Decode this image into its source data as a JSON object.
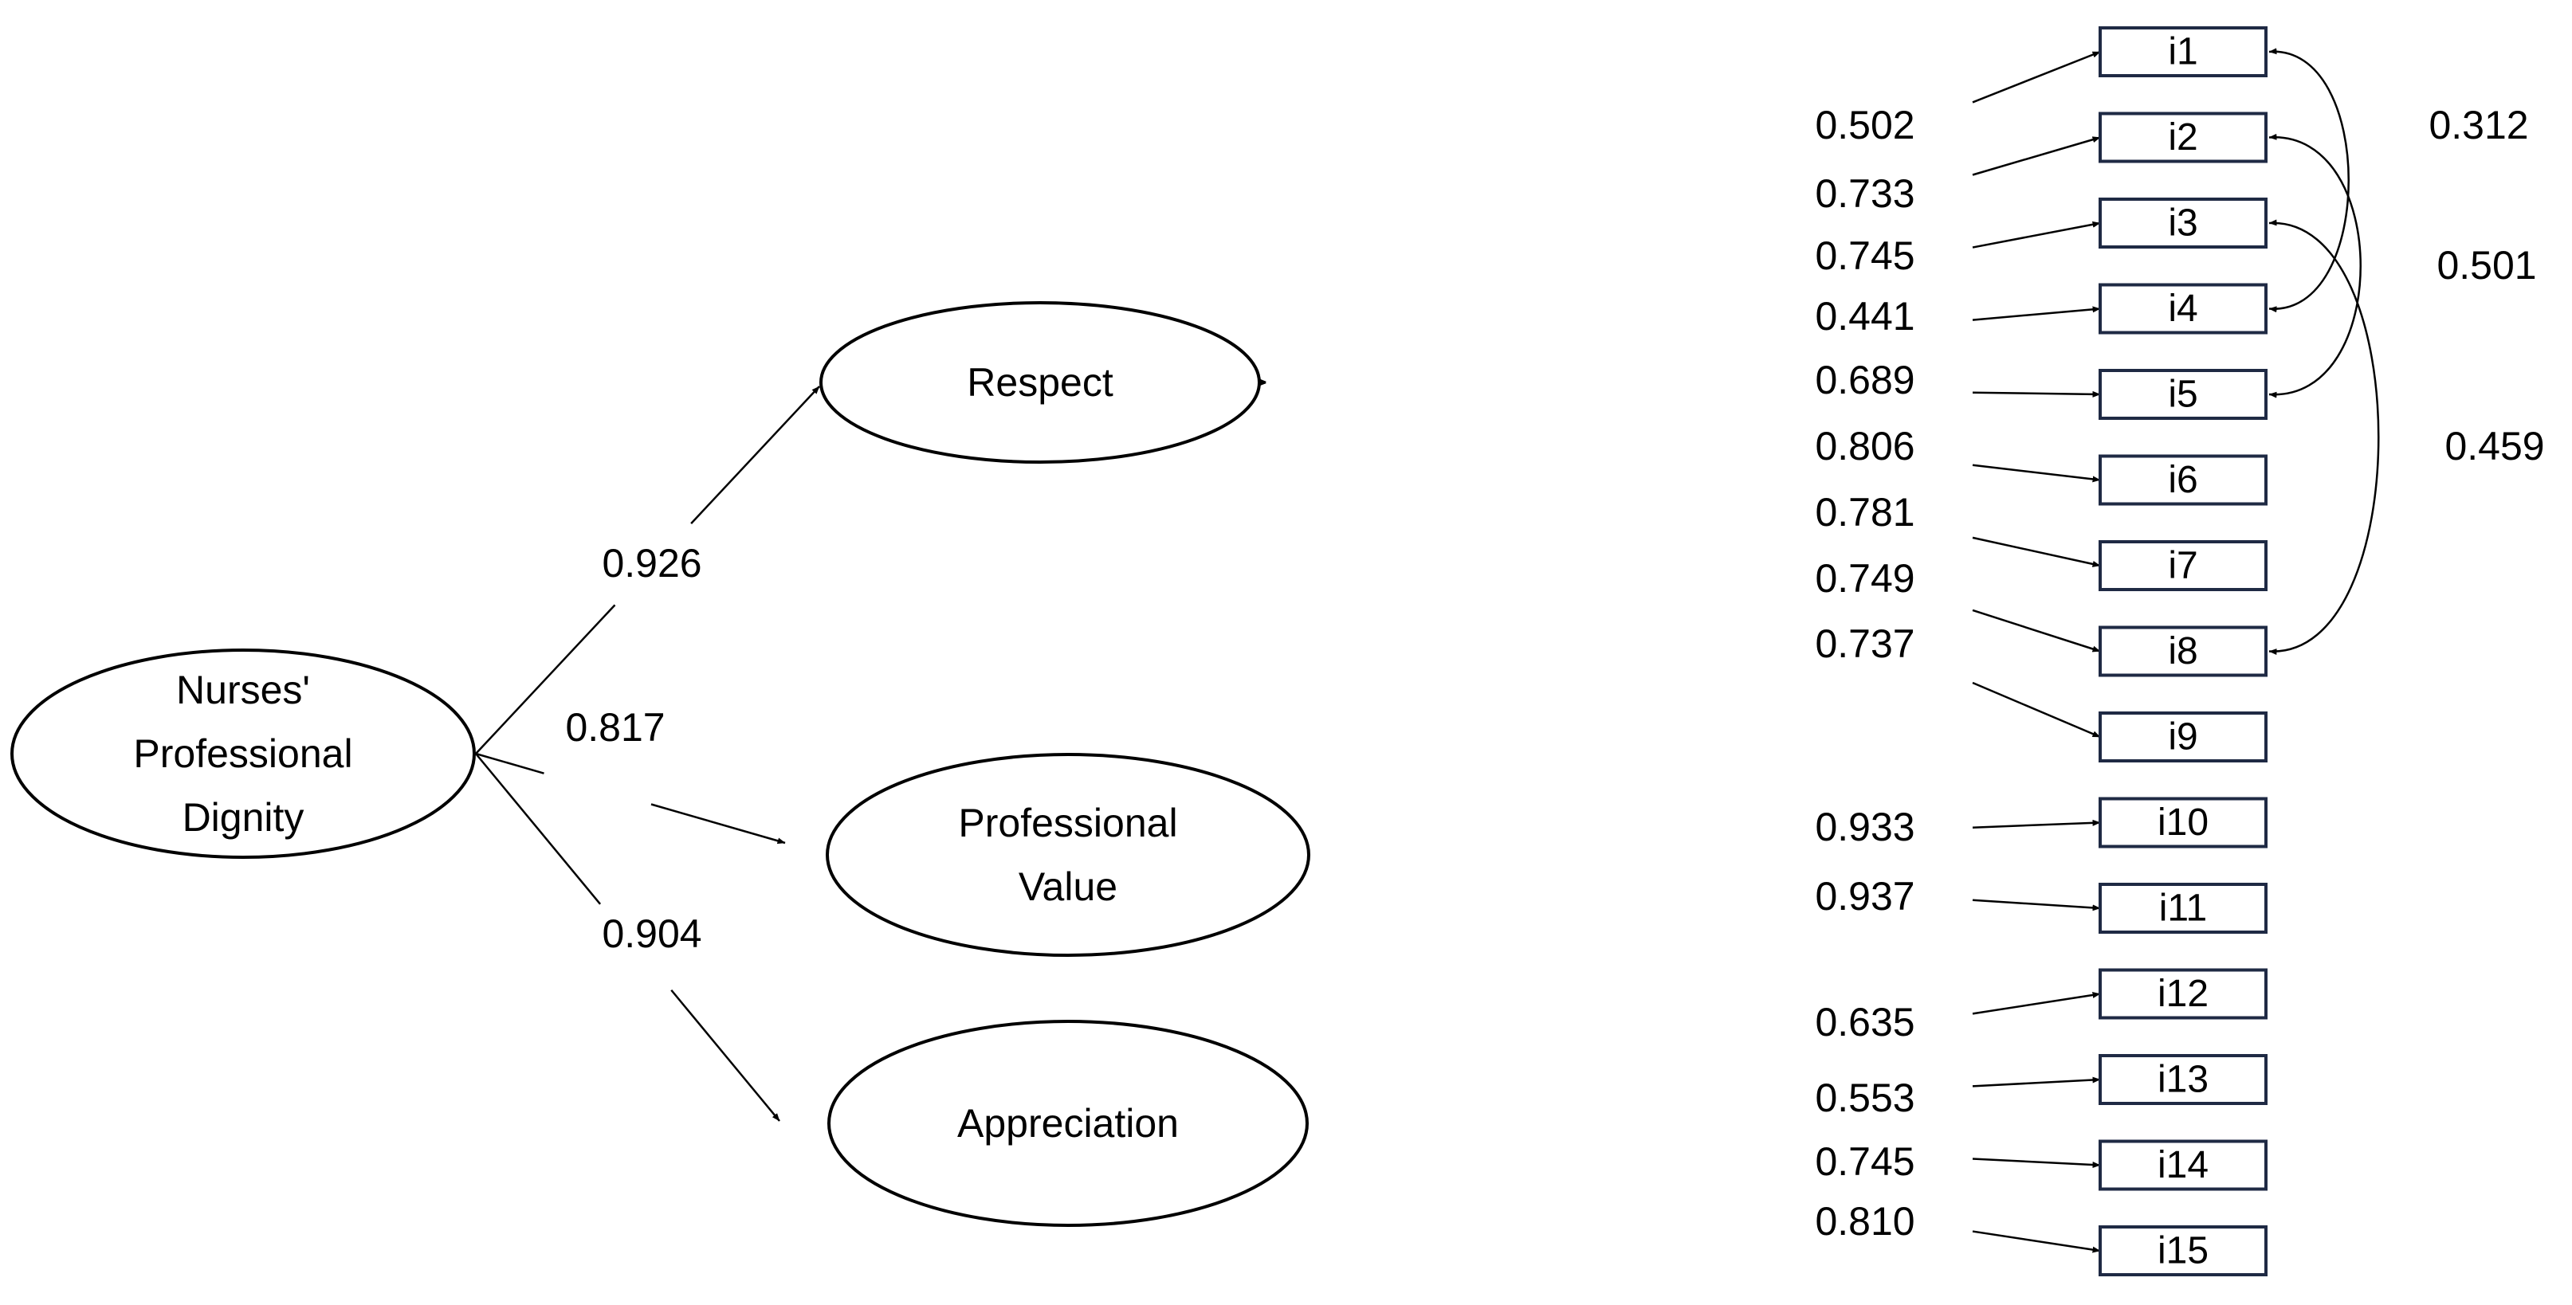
{
  "root": {
    "lines": [
      "Nurses'",
      "Professional",
      "Dignity"
    ]
  },
  "factors": [
    {
      "id": "respect",
      "lines": [
        "Respect"
      ],
      "loading": "0.926"
    },
    {
      "id": "professional-value",
      "lines": [
        "Professional",
        "Value"
      ],
      "loading": "0.817"
    },
    {
      "id": "appreciation",
      "lines": [
        "Appreciation"
      ],
      "loading": "0.904"
    }
  ],
  "items": [
    {
      "label": "i1",
      "factor": "respect",
      "loading": "0.502"
    },
    {
      "label": "i2",
      "factor": "respect",
      "loading": "0.733"
    },
    {
      "label": "i3",
      "factor": "respect",
      "loading": "0.745"
    },
    {
      "label": "i4",
      "factor": "respect",
      "loading": "0.441"
    },
    {
      "label": "i5",
      "factor": "respect",
      "loading": "0.689"
    },
    {
      "label": "i6",
      "factor": "respect",
      "loading": "0.806"
    },
    {
      "label": "i7",
      "factor": "respect",
      "loading": "0.781"
    },
    {
      "label": "i8",
      "factor": "respect",
      "loading": "0.749"
    },
    {
      "label": "i9",
      "factor": "respect",
      "loading": "0.737"
    },
    {
      "label": "i10",
      "factor": "professional-value",
      "loading": "0.933"
    },
    {
      "label": "i11",
      "factor": "professional-value",
      "loading": "0.937"
    },
    {
      "label": "i12",
      "factor": "appreciation",
      "loading": "0.635"
    },
    {
      "label": "i13",
      "factor": "appreciation",
      "loading": "0.553"
    },
    {
      "label": "i14",
      "factor": "appreciation",
      "loading": "0.745"
    },
    {
      "label": "i15",
      "factor": "appreciation",
      "loading": "0.810"
    }
  ],
  "covariances": [
    {
      "from": "i1",
      "to": "i4",
      "value": "0.312"
    },
    {
      "from": "i2",
      "to": "i5",
      "value": "0.501"
    },
    {
      "from": "i3",
      "to": "i8",
      "value": "0.459"
    }
  ]
}
